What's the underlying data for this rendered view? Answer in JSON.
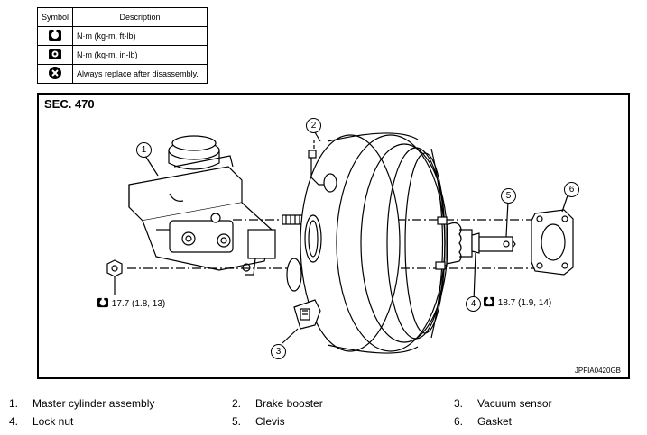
{
  "symbol_table": {
    "header_symbol": "Symbol",
    "header_description": "Description",
    "rows": [
      {
        "icon": "torque-wrench-icon",
        "description": "N·m (kg-m, ft-lb)"
      },
      {
        "icon": "torque-wrench-small-icon",
        "description": "N·m (kg-m, in-lb)"
      },
      {
        "icon": "replace-icon",
        "description": "Always replace after disassembly."
      }
    ]
  },
  "figure": {
    "section": "SEC. 470",
    "code": "JPFIA0420GB",
    "torque_1": "17.7 (1.8, 13)",
    "torque_2": "18.7 (1.9, 14)",
    "callouts": [
      "1",
      "2",
      "3",
      "4",
      "5",
      "6"
    ]
  },
  "legend": [
    {
      "num": "1.",
      "label": "Master cylinder assembly"
    },
    {
      "num": "2.",
      "label": "Brake booster"
    },
    {
      "num": "3.",
      "label": "Vacuum sensor"
    },
    {
      "num": "4.",
      "label": "Lock nut"
    },
    {
      "num": "5.",
      "label": "Clevis"
    },
    {
      "num": "6.",
      "label": "Gasket"
    }
  ]
}
